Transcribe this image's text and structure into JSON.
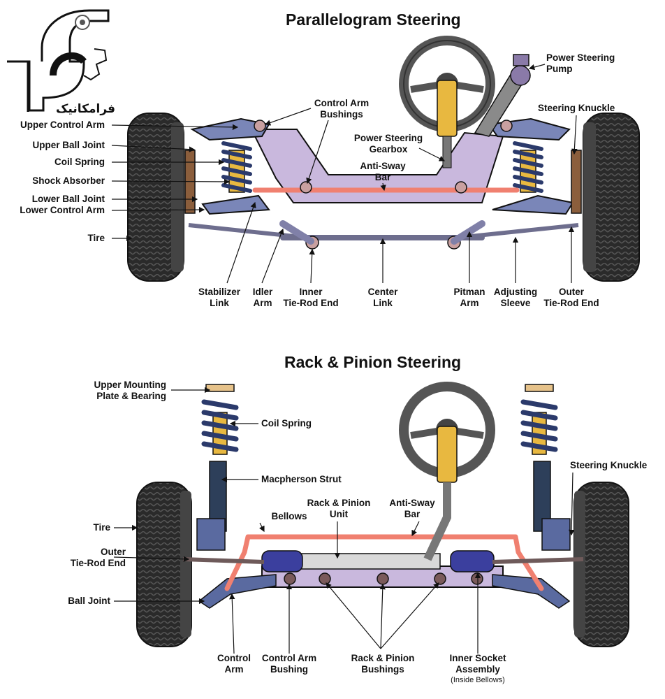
{
  "logo": {
    "text": "فرامکانیک"
  },
  "parallelogram": {
    "title": "Parallelogram Steering",
    "labels": {
      "power_steering_pump": "Power Steering\nPump",
      "steering_knuckle": "Steering Knuckle",
      "control_arm_bushings": "Control Arm\nBushings",
      "power_steering_gearbox": "Power Steering\nGearbox",
      "anti_sway_bar": "Anti-Sway\nBar",
      "upper_control_arm": "Upper Control Arm",
      "upper_ball_joint": "Upper Ball Joint",
      "coil_spring": "Coil Spring",
      "shock_absorber": "Shock Absorber",
      "lower_ball_joint": "Lower Ball Joint",
      "lower_control_arm": "Lower Control Arm",
      "tire": "Tire",
      "stabilizer_link": "Stabilizer\nLink",
      "idler_arm": "Idler\nArm",
      "inner_tie_rod_end": "Inner\nTie-Rod End",
      "center_link": "Center\nLink",
      "pitman_arm": "Pitman\nArm",
      "adjusting_sleeve": "Adjusting\nSleeve",
      "outer_tie_rod_end": "Outer\nTie-Rod End"
    }
  },
  "rack_pinion": {
    "title": "Rack & Pinion Steering",
    "labels": {
      "upper_mounting_plate": "Upper Mounting\nPlate & Bearing",
      "coil_spring": "Coil Spring",
      "steering_knuckle": "Steering Knuckle",
      "macpherson_strut": "Macpherson Strut",
      "rack_pinion_unit": "Rack & Pinion\nUnit",
      "anti_sway_bar": "Anti-Sway\nBar",
      "bellows": "Bellows",
      "tire": "Tire",
      "outer_tie_rod_end": "Outer\nTie-Rod End",
      "ball_joint": "Ball Joint",
      "control_arm": "Control\nArm",
      "control_arm_bushing": "Control Arm\nBushing",
      "rack_pinion_bushings": "Rack & Pinion\nBushings",
      "inner_socket_assembly": "Inner Socket\nAssembly",
      "inside_bellows": "(Inside Bellows)"
    }
  },
  "colors": {
    "frame": "#c9b8dd",
    "anti_sway_bar": "#f08070",
    "spring": "#2b3a6b",
    "shock": "#e8b840",
    "tire": "#2a2a2a",
    "knuckle": "#8b5e3c",
    "bellows": "#3b3f9e"
  }
}
